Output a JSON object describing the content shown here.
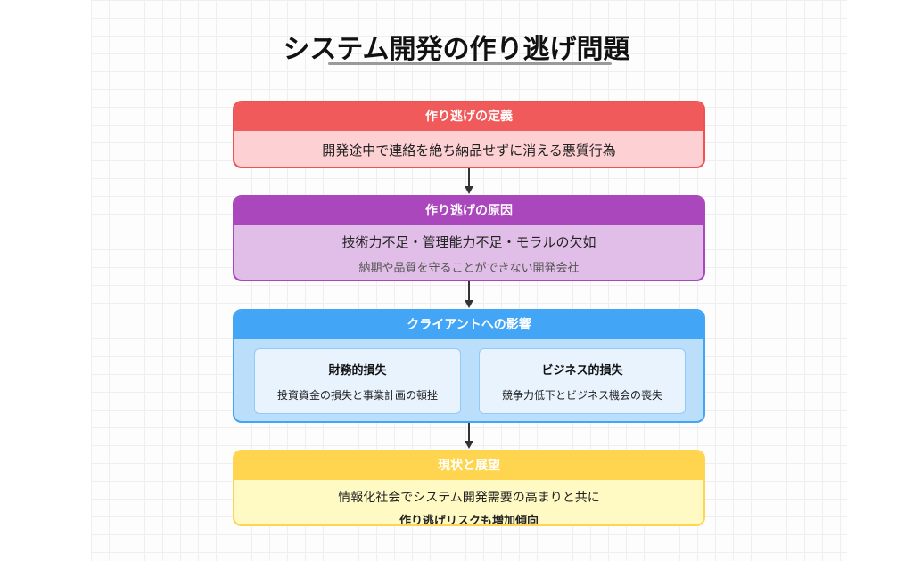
{
  "title": "システム開発の作り逃げ問題",
  "definition": {
    "header": "作り逃げの定義",
    "text": "開発途中で連絡を絶ち納品せずに消える悪質行為",
    "header_color": "#f05a5a",
    "body_color": "#fdd0d3"
  },
  "causes": {
    "header": "作り逃げの原因",
    "main": "技術力不足・管理能力不足・モラルの欠如",
    "sub": "納期や品質を守ることができない開発会社",
    "header_color": "#ab47bc",
    "body_color": "#e1bee7"
  },
  "impact": {
    "header": "クライアントへの影響",
    "header_color": "#42a5f5",
    "body_color": "#bbdefb",
    "cards": [
      {
        "title": "財務的損失",
        "text": "投資資金の損失と事業計画の頓挫"
      },
      {
        "title": "ビジネス的損失",
        "text": "競争力低下とビジネス機会の喪失"
      }
    ]
  },
  "outlook": {
    "header": "現状と展望",
    "line1": "情報化社会でシステム開発需要の高まりと共に",
    "line2": "作り逃げリスクも増加傾向",
    "header_color": "#ffd54f",
    "body_color": "#fff9c4"
  },
  "arrow_icon": "arrow-down-icon"
}
